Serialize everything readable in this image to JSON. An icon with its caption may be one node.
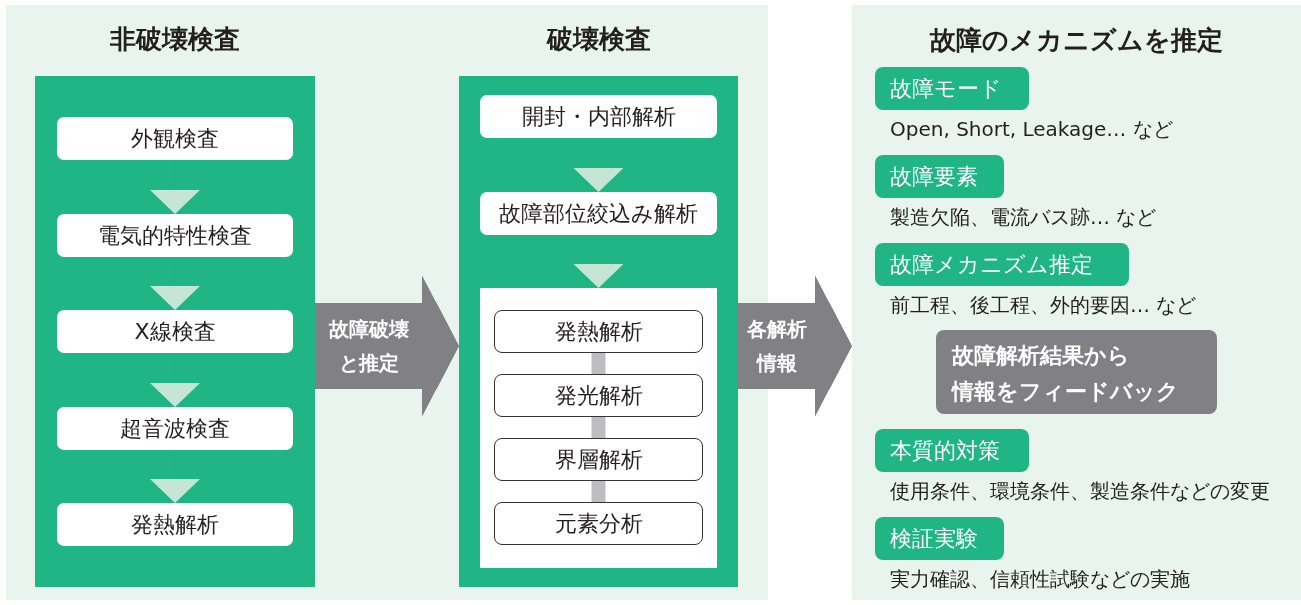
{
  "diagram": {
    "nodes": [
      {
        "text": [
          "非破壊検査"
        ]
      },
      {
        "text": [
          "外観検査"
        ],
        "in": 0
      },
      {
        "text": [
          "電気的特性検査"
        ],
        "in": 0
      },
      {
        "text": [
          "X線検査"
        ],
        "in": 0
      },
      {
        "text": [
          "超音波検査"
        ],
        "in": 0
      },
      {
        "text": [
          "発熱解析"
        ],
        "in": 0
      },
      {
        "text": [
          "破壊検査"
        ]
      },
      {
        "text": [
          "開封・内部解析"
        ],
        "in": 6
      },
      {
        "text": [
          "故障部位絞込み解析"
        ],
        "in": 6
      },
      {
        "text": [],
        "shape": "box",
        "in": 6
      },
      {
        "text": [
          "発熱解析"
        ],
        "in": 9
      },
      {
        "text": [
          "発光解析"
        ],
        "in": 9
      },
      {
        "text": [
          "界層解析"
        ],
        "in": 9
      },
      {
        "text": [
          "元素分析"
        ],
        "in": 9
      },
      {
        "text": [
          "故障のメカニズムを推定"
        ]
      },
      {
        "text": [
          "故障モード"
        ],
        "in": 14,
        "beside": [
          "Open, Short, Leakage… など"
        ]
      },
      {
        "text": [
          "故障要素"
        ],
        "in": 14,
        "beside": [
          "製造欠陥、電流バス跡… など"
        ]
      },
      {
        "text": [
          "故障メカニズム推定"
        ],
        "in": 14,
        "beside": [
          "前工程、後工程、外的要因… など"
        ]
      },
      {
        "text": [
          "故障解析結果から情報をフィードバック"
        ],
        "in": 14
      },
      {
        "text": [
          "本質的対策"
        ],
        "in": 14,
        "beside": [
          "使用条件、環境条件、製造条件などの変更"
        ]
      },
      {
        "text": [
          "検証実験"
        ],
        "in": 14,
        "beside": [
          "実力確認、信頼性試験などの実施"
        ]
      }
    ],
    "edges": [
      {
        "from": 1,
        "to": 2,
        "arrow": "to"
      },
      {
        "from": 2,
        "to": 3,
        "arrow": "to"
      },
      {
        "from": 3,
        "to": 4,
        "arrow": "to"
      },
      {
        "from": 4,
        "to": 5,
        "arrow": "to"
      },
      {
        "from": 7,
        "to": 8,
        "arrow": "to"
      },
      {
        "from": 8,
        "to": 9,
        "arrow": "to"
      },
      {
        "from": 10,
        "to": 11,
        "arrow": "none",
        "style": "thick",
        "color": "#bdbdc1"
      },
      {
        "from": 11,
        "to": 12,
        "arrow": "none",
        "style": "thick",
        "color": "#bdbdc1"
      },
      {
        "from": 12,
        "to": 13,
        "arrow": "none",
        "style": "thick",
        "color": "#bdbdc1"
      },
      {
        "from": 0,
        "to": 6,
        "arrow": "to",
        "label": "故障破壊と推定",
        "style": "thick",
        "color": "#808085"
      },
      {
        "from": 6,
        "to": 14,
        "arrow": "to",
        "label": "各解析情報",
        "style": "thick",
        "color": "#808085"
      }
    ]
  }
}
